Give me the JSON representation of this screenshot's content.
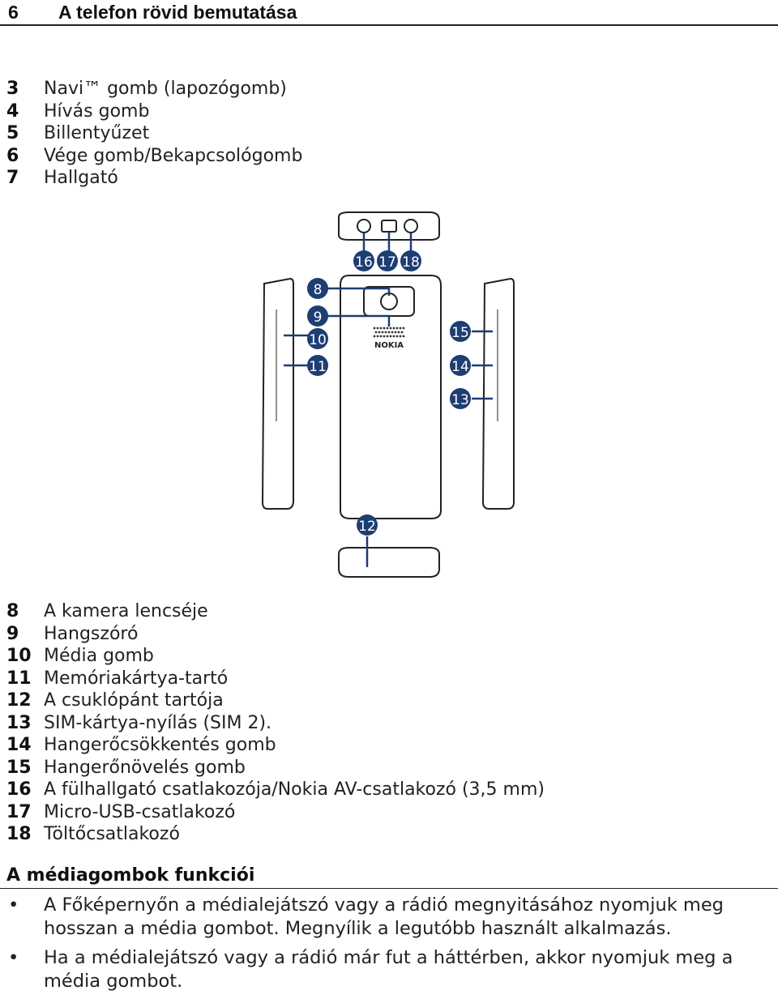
{
  "header": {
    "chapter": "6",
    "title": "A telefon rövid bemutatása"
  },
  "top_list": [
    {
      "num": "3",
      "text": "Navi™ gomb (lapozógomb)"
    },
    {
      "num": "4",
      "text": "Hívás gomb"
    },
    {
      "num": "5",
      "text": "Billentyűzet"
    },
    {
      "num": "6",
      "text": "Vége gomb/Bekapcsológomb"
    },
    {
      "num": "7",
      "text": "Hallgató"
    }
  ],
  "figure": {
    "callouts": [
      "8",
      "9",
      "10",
      "11",
      "12",
      "13",
      "14",
      "15",
      "16",
      "17",
      "18"
    ],
    "brand_text": "NOKIA",
    "badge_color": "#1e3d73"
  },
  "parts_list": [
    {
      "num": "8",
      "text": "A kamera lencséje"
    },
    {
      "num": "9",
      "text": "Hangszóró"
    },
    {
      "num": "10",
      "text": "Média gomb"
    },
    {
      "num": "11",
      "text": "Memóriakártya-tartó"
    },
    {
      "num": "12",
      "text": "A csuklópánt tartója"
    },
    {
      "num": "13",
      "text": "SIM-kártya-nyílás (SIM 2)."
    },
    {
      "num": "14",
      "text": "Hangerőcsökkentés gomb"
    },
    {
      "num": "15",
      "text": "Hangerőnövelés gomb"
    },
    {
      "num": "16",
      "text": "A fülhallgató csatlakozója/Nokia AV-csatlakozó (3,5 mm)"
    },
    {
      "num": "17",
      "text": "Micro-USB-csatlakozó"
    },
    {
      "num": "18",
      "text": "Töltőcsatlakozó"
    }
  ],
  "media_section": {
    "heading": "A médiagombok funkciói",
    "bullets": [
      "A Főképernyőn a médialejátszó vagy a rádió megnyitásához nyomjuk meg hosszan a média gombot. Megnyílik a legutóbb használt alkalmazás.",
      "Ha a médialejátszó vagy a rádió már fut a háttérben, akkor nyomjuk meg a média gombot."
    ]
  }
}
